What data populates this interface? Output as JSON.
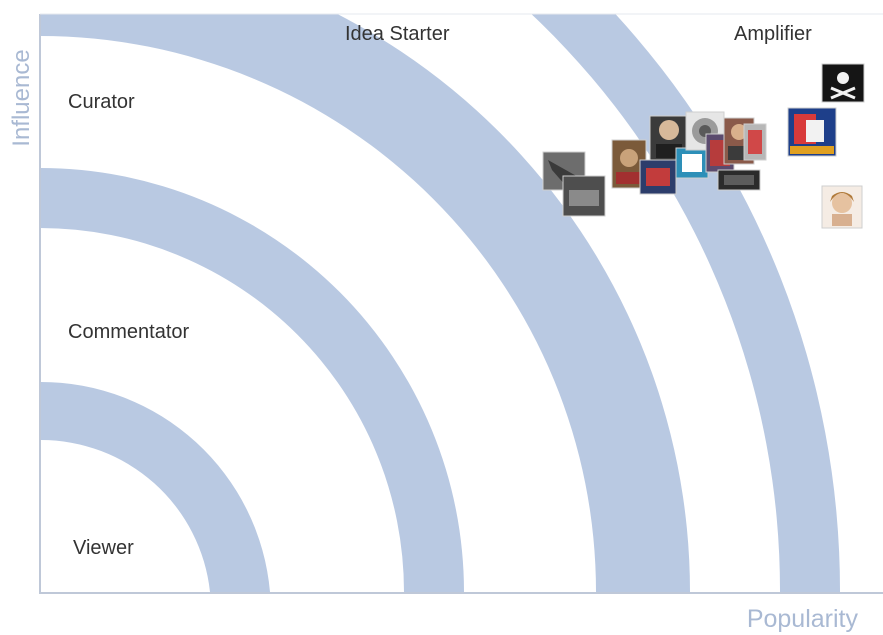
{
  "axes": {
    "y_label": "Influence",
    "x_label": "Popularity"
  },
  "zones": {
    "viewer": "Viewer",
    "commentator": "Commentator",
    "curator": "Curator",
    "idea_starter": "Idea Starter",
    "amplifier": "Amplifier"
  },
  "colors": {
    "band": "#b9c9e2",
    "axis": "#bfc8d8",
    "axis_label": "#a9b9d3",
    "zone_label": "#333333"
  }
}
